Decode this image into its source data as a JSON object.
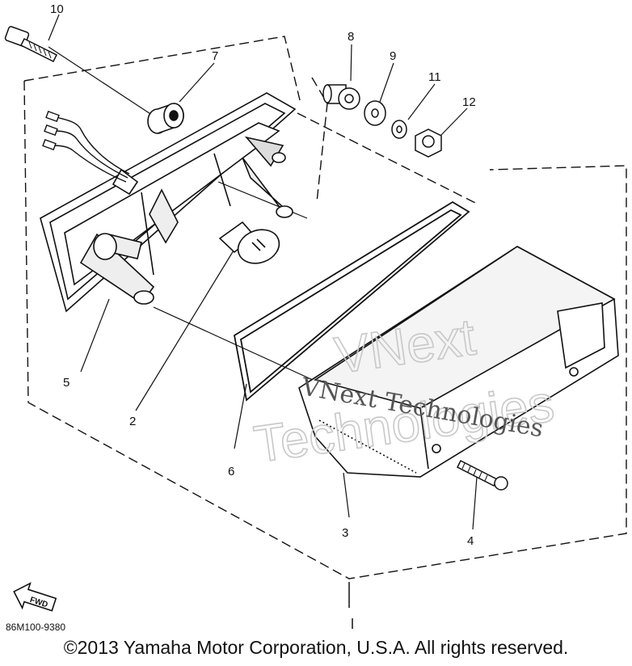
{
  "diagram": {
    "callouts": [
      "10",
      "7",
      "8",
      "9",
      "11",
      "12",
      "5",
      "2",
      "6",
      "3",
      "4"
    ],
    "fwd_label": "FWD",
    "part_code": "86M100-9380",
    "watermark_line1": "VNext Technologies",
    "watermark_big1": "VNext",
    "watermark_big2": "Technologies",
    "copyright": "©2013 Yamaha Motor Corporation, U.S.A. All rights reserved."
  }
}
